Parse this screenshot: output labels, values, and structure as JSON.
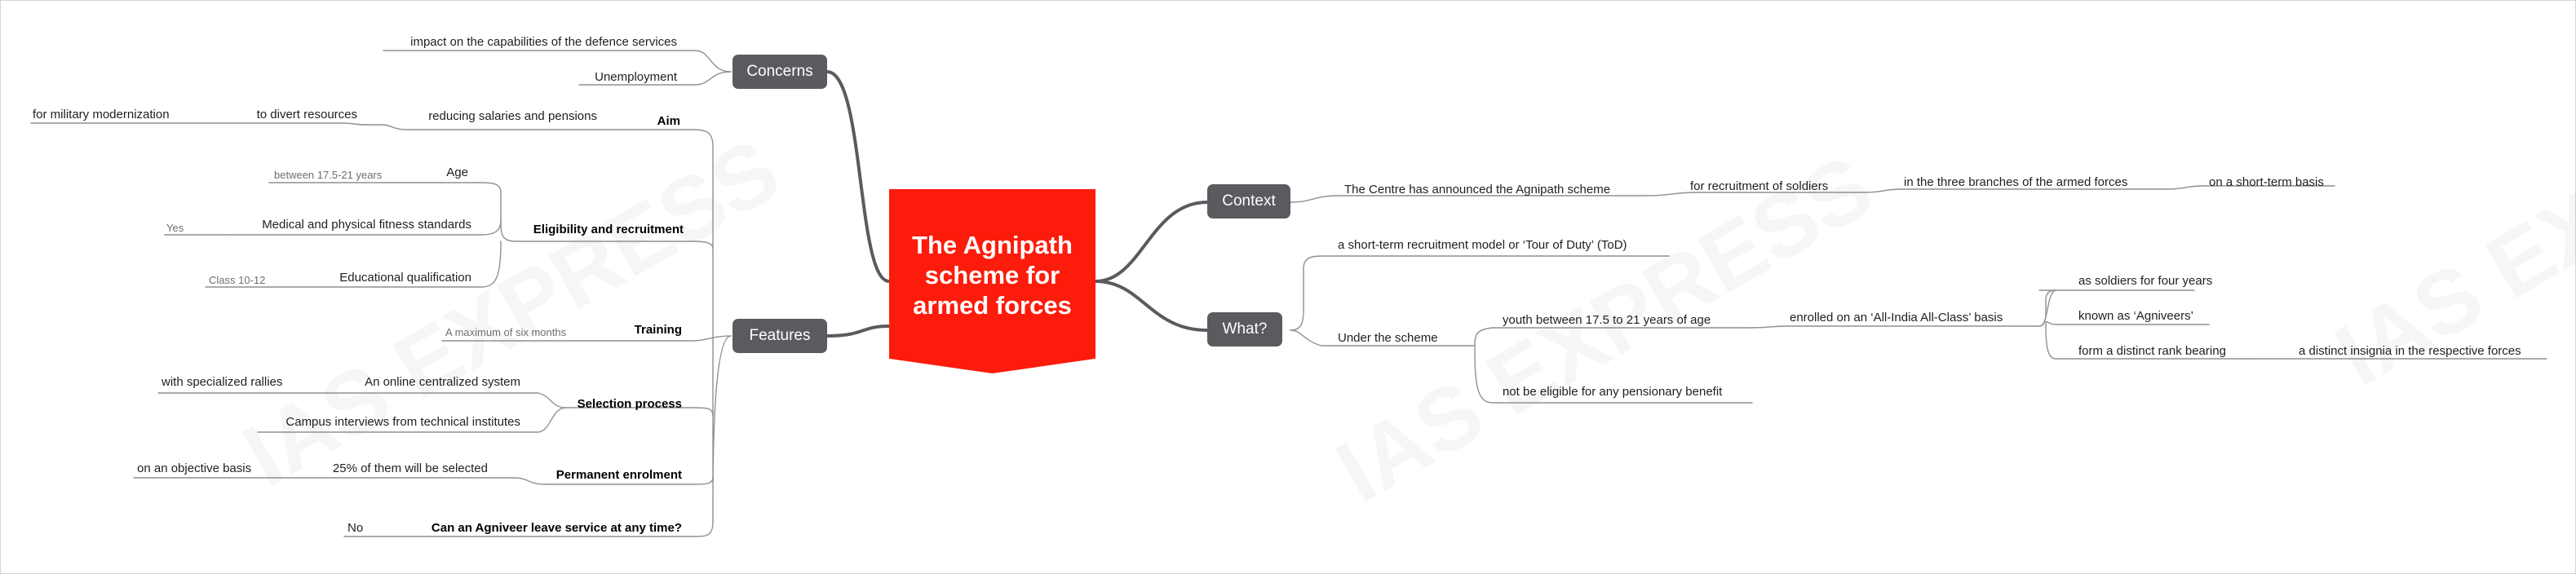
{
  "central": {
    "title": "The Agnipath scheme for armed forces"
  },
  "branches": {
    "concerns": "Concerns",
    "features": "Features",
    "context": "Context",
    "what": "What?"
  },
  "concerns": [
    "impact on the capabilities of the defence services",
    "Unemployment"
  ],
  "aim": {
    "label": "Aim",
    "reducing": "reducing salaries and pensions",
    "divert": "to divert resources",
    "modernization": "for military modernization"
  },
  "eligibility": {
    "label": "Eligibility and recruitment",
    "age": {
      "label": "Age",
      "value": "between 17.5-21 years"
    },
    "medical": {
      "label": "Medical and physical fitness standards",
      "value": "Yes"
    },
    "educational": {
      "label": "Educational qualification",
      "value": "Class 10-12"
    }
  },
  "training": {
    "label": "Training",
    "value": "A maximum of six months"
  },
  "selection": {
    "label": "Selection process",
    "online": "An online centralized system",
    "rallies": "with specialized rallies",
    "campus": "Campus interviews from technical institutes"
  },
  "permanent": {
    "label": "Permanent enrolment",
    "selected": "25% of them will be selected",
    "objective": "on an objective basis"
  },
  "leave": {
    "label": "Can an Agniveer leave service at any time?",
    "answer": "No"
  },
  "context": [
    "The Centre has announced the Agnipath scheme",
    "for recruitment of soldiers",
    "in the three branches of the armed forces",
    "on a short-term basis"
  ],
  "what": {
    "model": "a short-term recruitment model or ‘Tour of Duty’ (ToD)",
    "scheme": "Under the scheme",
    "youth": "youth between 17.5 to 21 years of age",
    "enrolled": "enrolled on an ‘All-India All-Class’ basis",
    "soldiers": "as soldiers for four years",
    "agniveers": "known as ‘Agniveers’",
    "rank": "form a distinct rank bearing",
    "insignia": "a distinct insignia in the respective forces",
    "pension": "not be eligible for any pensionary benefit"
  },
  "colors": {
    "central": "#fd1b0b",
    "branch": "#5b5a5f",
    "connector": "#8f8f96"
  }
}
